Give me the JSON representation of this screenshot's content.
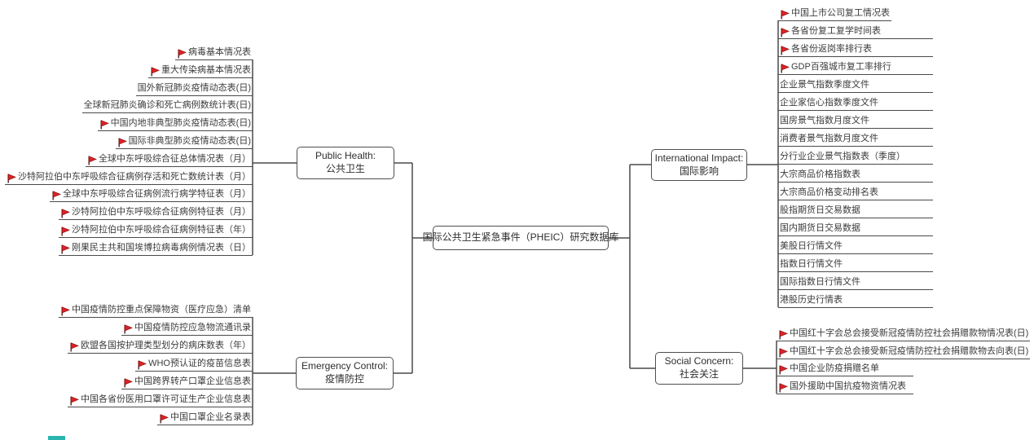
{
  "root": {
    "label": "国际公共卫生紧急事件（PHEIC）研究数据库"
  },
  "colors": {
    "line": "#4a4a4a",
    "node_border": "#4f4f4f",
    "flag_red": "#dd2326",
    "flag_pole": "#4a2020",
    "background": "#ffffff",
    "artifact_teal": "#2ab5ae"
  },
  "branches": [
    {
      "id": "public-health",
      "label_en": "Public Health:",
      "label_zh": "公共卫生",
      "leaves": [
        {
          "label": "病毒基本情况表",
          "flag": true
        },
        {
          "label": "重大传染病基本情况表",
          "flag": true
        },
        {
          "label": "国外新冠肺炎疫情动态表(日)",
          "flag": false
        },
        {
          "label": "全球新冠肺炎确诊和死亡病例数统计表(日)",
          "flag": false
        },
        {
          "label": "中国内地非典型肺炎疫情动态表(日)",
          "flag": true
        },
        {
          "label": "国际非典型肺炎疫情动态表(日)",
          "flag": true
        },
        {
          "label": "全球中东呼吸综合征总体情况表（月）",
          "flag": true
        },
        {
          "label": "沙特阿拉伯中东呼吸综合征病例存活和死亡数统计表（月）",
          "flag": true
        },
        {
          "label": "全球中东呼吸综合征病例流行病学特征表（月）",
          "flag": true
        },
        {
          "label": "沙特阿拉伯中东呼吸综合征病例特征表（月）",
          "flag": true
        },
        {
          "label": "沙特阿拉伯中东呼吸综合征病例特征表（年）",
          "flag": true
        },
        {
          "label": "刚果民主共和国埃博拉病毒病例情况表（日）",
          "flag": true
        }
      ]
    },
    {
      "id": "emergency-control",
      "label_en": "Emergency Control:",
      "label_zh": "疫情防控",
      "leaves": [
        {
          "label": "中国疫情防控重点保障物资（医疗应急）清单",
          "flag": true
        },
        {
          "label": "中国疫情防控应急物流通讯录",
          "flag": true
        },
        {
          "label": "欧盟各国按护理类型划分的病床数表（年）",
          "flag": true
        },
        {
          "label": "WHO预认证的疫苗信息表",
          "flag": true
        },
        {
          "label": "中国跨界转产口罩企业信息表",
          "flag": true
        },
        {
          "label": "中国各省份医用口罩许可证生产企业信息表",
          "flag": true
        },
        {
          "label": "中国口罩企业名录表",
          "flag": true
        }
      ]
    },
    {
      "id": "international-impact",
      "label_en": "International Impact:",
      "label_zh": "国际影响",
      "leaves": [
        {
          "label": "中国上市公司复工情况表",
          "flag": true
        },
        {
          "label": "各省份复工复学时间表",
          "flag": true
        },
        {
          "label": "各省份返岗率排行表",
          "flag": true
        },
        {
          "label": "GDP百强城市复工率排行",
          "flag": true
        },
        {
          "label": "企业景气指数季度文件",
          "flag": false
        },
        {
          "label": "企业家信心指数季度文件",
          "flag": false
        },
        {
          "label": "国房景气指数月度文件",
          "flag": false
        },
        {
          "label": "消费者景气指数月度文件",
          "flag": false
        },
        {
          "label": "分行业企业景气指数表（季度）",
          "flag": false
        },
        {
          "label": "大宗商品价格指数表",
          "flag": false
        },
        {
          "label": "大宗商品价格变动排名表",
          "flag": false
        },
        {
          "label": "股指期货日交易数据",
          "flag": false
        },
        {
          "label": "国内期货日交易数据",
          "flag": false
        },
        {
          "label": "美股日行情文件",
          "flag": false
        },
        {
          "label": "指数日行情文件",
          "flag": false
        },
        {
          "label": "国际指数日行情文件",
          "flag": false
        },
        {
          "label": "港股历史行情表",
          "flag": false
        }
      ]
    },
    {
      "id": "social-concern",
      "label_en": "Social Concern:",
      "label_zh": "社会关注",
      "leaves": [
        {
          "label": "中国红十字会总会接受新冠疫情防控社会捐赠款物情况表(日)",
          "flag": true
        },
        {
          "label": "中国红十字会总会接受新冠疫情防控社会捐赠款物去向表(日)",
          "flag": true
        },
        {
          "label": "中国企业防疫捐赠名单",
          "flag": true
        },
        {
          "label": "国外援助中国抗疫物资情况表",
          "flag": true
        }
      ]
    }
  ]
}
